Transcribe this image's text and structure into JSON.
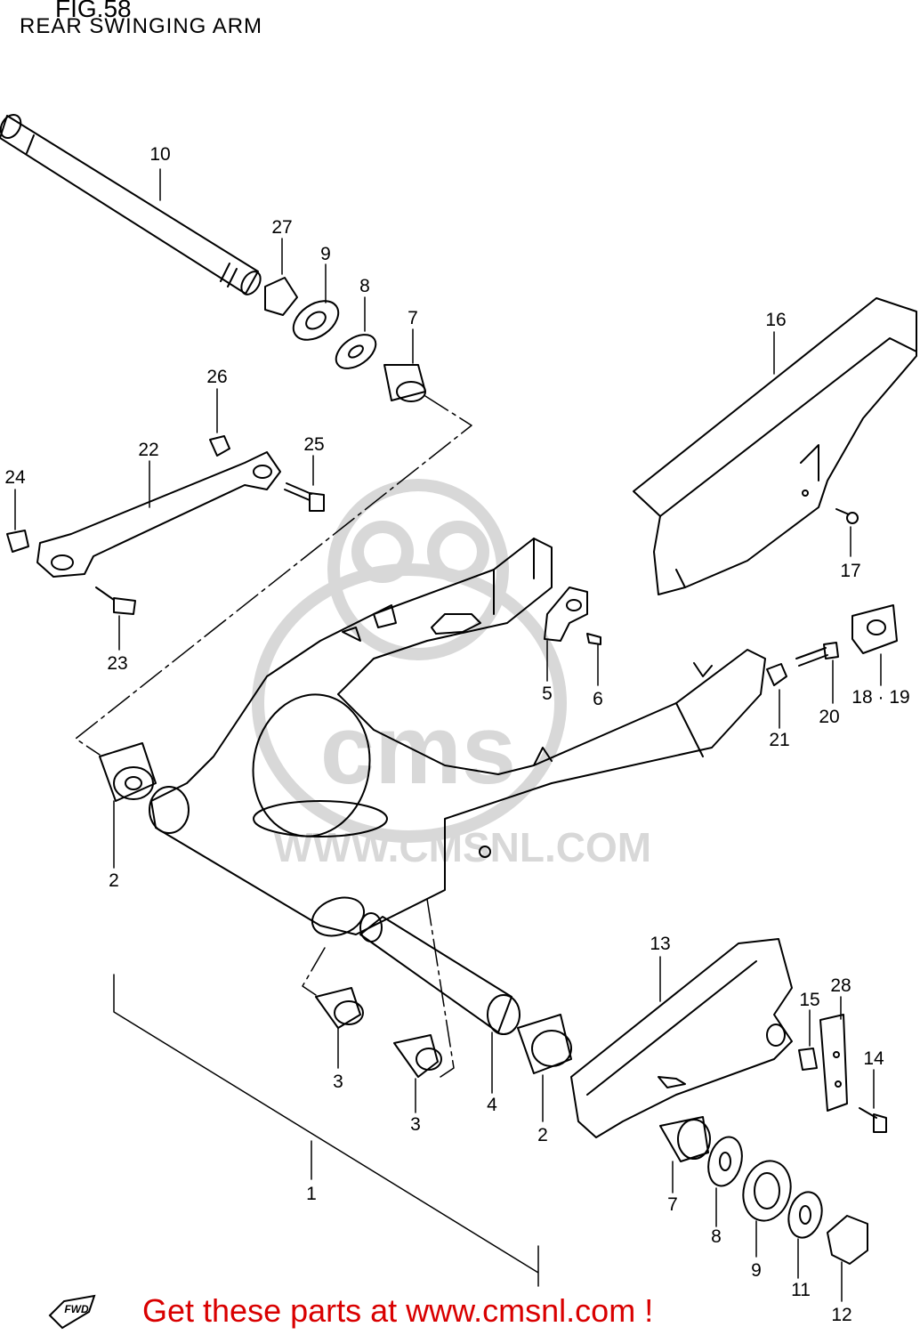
{
  "header": {
    "figure_label": "FIG.58",
    "subtitle": "REAR SWINGING ARM"
  },
  "callouts": [
    "10",
    "27",
    "9",
    "8",
    "7",
    "16",
    "26",
    "22",
    "25",
    "24",
    "23",
    "17",
    "18 · 19",
    "20",
    "21",
    "5",
    "6",
    "2",
    "1",
    "3",
    "3",
    "4",
    "2",
    "13",
    "15",
    "28",
    "14",
    "7",
    "8",
    "9",
    "11",
    "12"
  ],
  "watermark": {
    "brand": "cms",
    "site": "WWW.CMSNL.COM"
  },
  "fwd_label": "FWD",
  "footer": {
    "promo": "Get these parts at www.cmsnl.com !"
  },
  "colors": {
    "line": "#000000",
    "watermark": "#d8d8d8",
    "promo": "#d90000"
  }
}
